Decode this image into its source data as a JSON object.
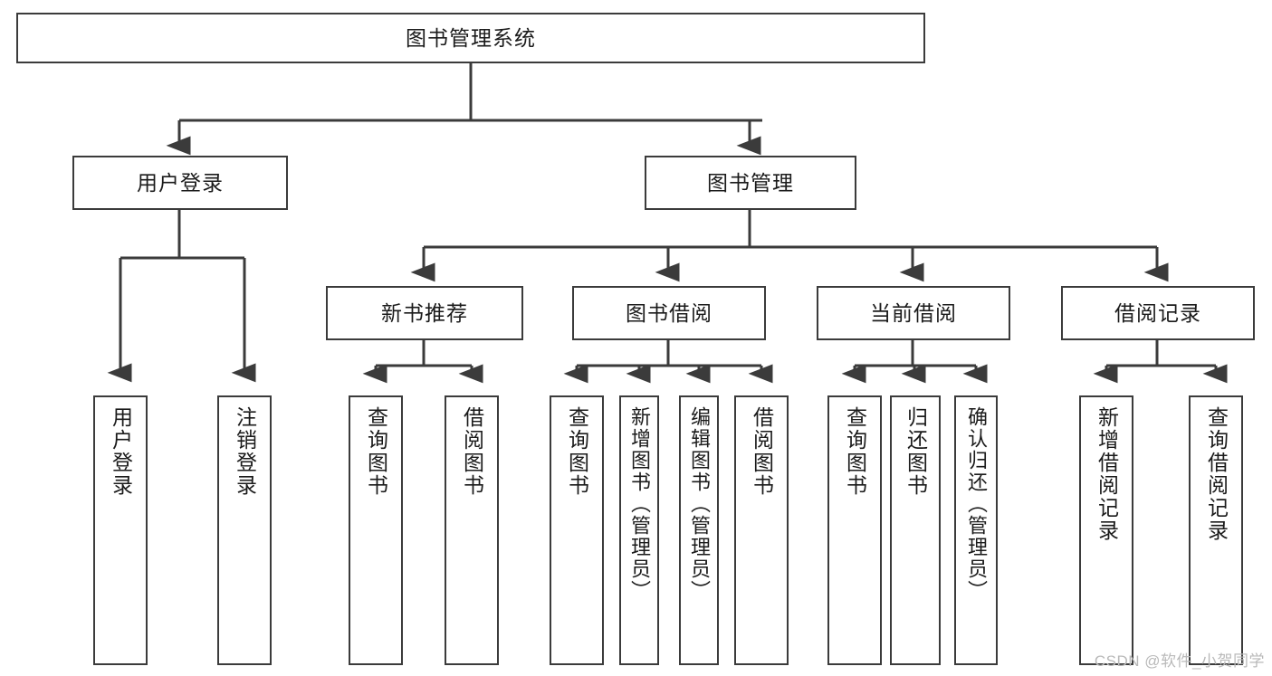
{
  "diagram": {
    "title": "图书管理系统",
    "type": "tree-hierarchy",
    "root": {
      "id": "root",
      "label": "图书管理系统"
    },
    "level2": [
      {
        "id": "user-login",
        "label": "用户登录"
      },
      {
        "id": "book-manage",
        "label": "图书管理"
      }
    ],
    "level3": [
      {
        "id": "new-book-rec",
        "label": "新书推荐",
        "parent": "book-manage"
      },
      {
        "id": "book-borrow",
        "label": "图书借阅",
        "parent": "book-manage"
      },
      {
        "id": "current-borrow",
        "label": "当前借阅",
        "parent": "book-manage"
      },
      {
        "id": "borrow-record",
        "label": "借阅记录",
        "parent": "book-manage"
      }
    ],
    "leaves": [
      {
        "id": "leaf-user-login",
        "label": "用户登录",
        "parent": "user-login"
      },
      {
        "id": "leaf-logout",
        "label": "注销登录",
        "parent": "user-login"
      },
      {
        "id": "leaf-query-book-1",
        "label": "查询图书",
        "parent": "new-book-rec"
      },
      {
        "id": "leaf-borrow-book-1",
        "label": "借阅图书",
        "parent": "new-book-rec"
      },
      {
        "id": "leaf-query-book-2",
        "label": "查询图书",
        "parent": "book-borrow"
      },
      {
        "id": "leaf-add-book",
        "label": "新增图书（管理员）",
        "parent": "book-borrow"
      },
      {
        "id": "leaf-edit-book",
        "label": "编辑图书（管理员）",
        "parent": "book-borrow"
      },
      {
        "id": "leaf-borrow-book-2",
        "label": "借阅图书",
        "parent": "book-borrow"
      },
      {
        "id": "leaf-query-book-3",
        "label": "查询图书",
        "parent": "current-borrow"
      },
      {
        "id": "leaf-return-book",
        "label": "归还图书",
        "parent": "current-borrow"
      },
      {
        "id": "leaf-confirm-return",
        "label": "确认归还（管理员）",
        "parent": "current-borrow"
      },
      {
        "id": "leaf-add-record",
        "label": "新增借阅记录",
        "parent": "borrow-record"
      },
      {
        "id": "leaf-query-record",
        "label": "查询借阅记录",
        "parent": "borrow-record"
      }
    ]
  },
  "watermark": {
    "text": "CSDN @软件_小贺同学"
  },
  "colors": {
    "stroke": "#3b3b3b",
    "background": "#ffffff",
    "text": "#1b1b1b",
    "watermark": "#b9b9b9"
  }
}
